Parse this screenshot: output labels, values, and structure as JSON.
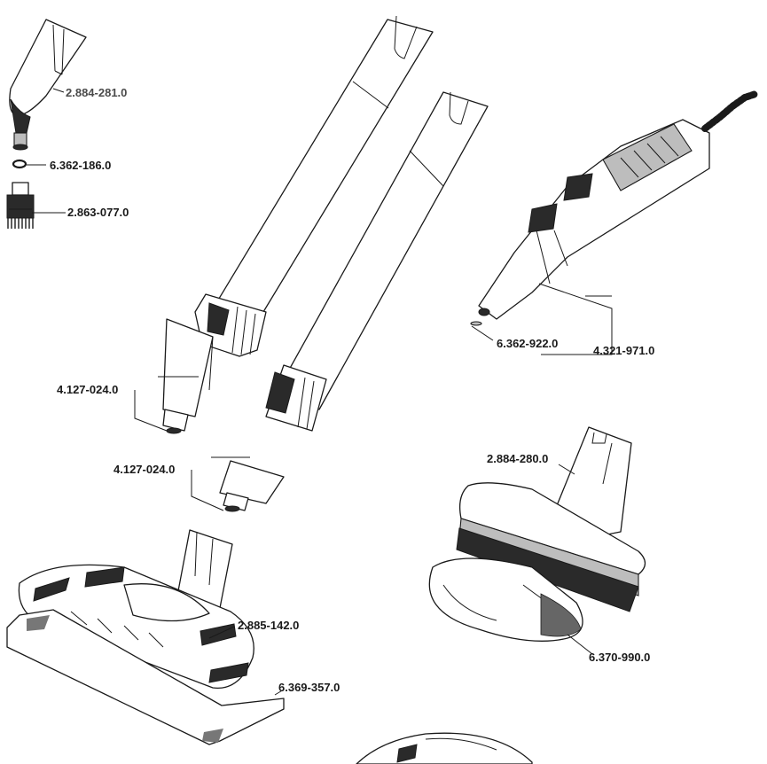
{
  "parts": [
    {
      "id": "p1",
      "label": "2.884-281.0"
    },
    {
      "id": "p2",
      "label": "6.362-186.0"
    },
    {
      "id": "p3",
      "label": "2.863-077.0"
    },
    {
      "id": "p4",
      "label": "4.127-024.0"
    },
    {
      "id": "p5",
      "label": "4.127-024.0"
    },
    {
      "id": "p6",
      "label": "6.362-922.0"
    },
    {
      "id": "p7",
      "label": "4.321-971.0"
    },
    {
      "id": "p8",
      "label": "2.884-280.0"
    },
    {
      "id": "p9",
      "label": "2.885-142.0"
    },
    {
      "id": "p10",
      "label": "6.370-990.0"
    },
    {
      "id": "p11",
      "label": "6.369-357.0"
    }
  ]
}
